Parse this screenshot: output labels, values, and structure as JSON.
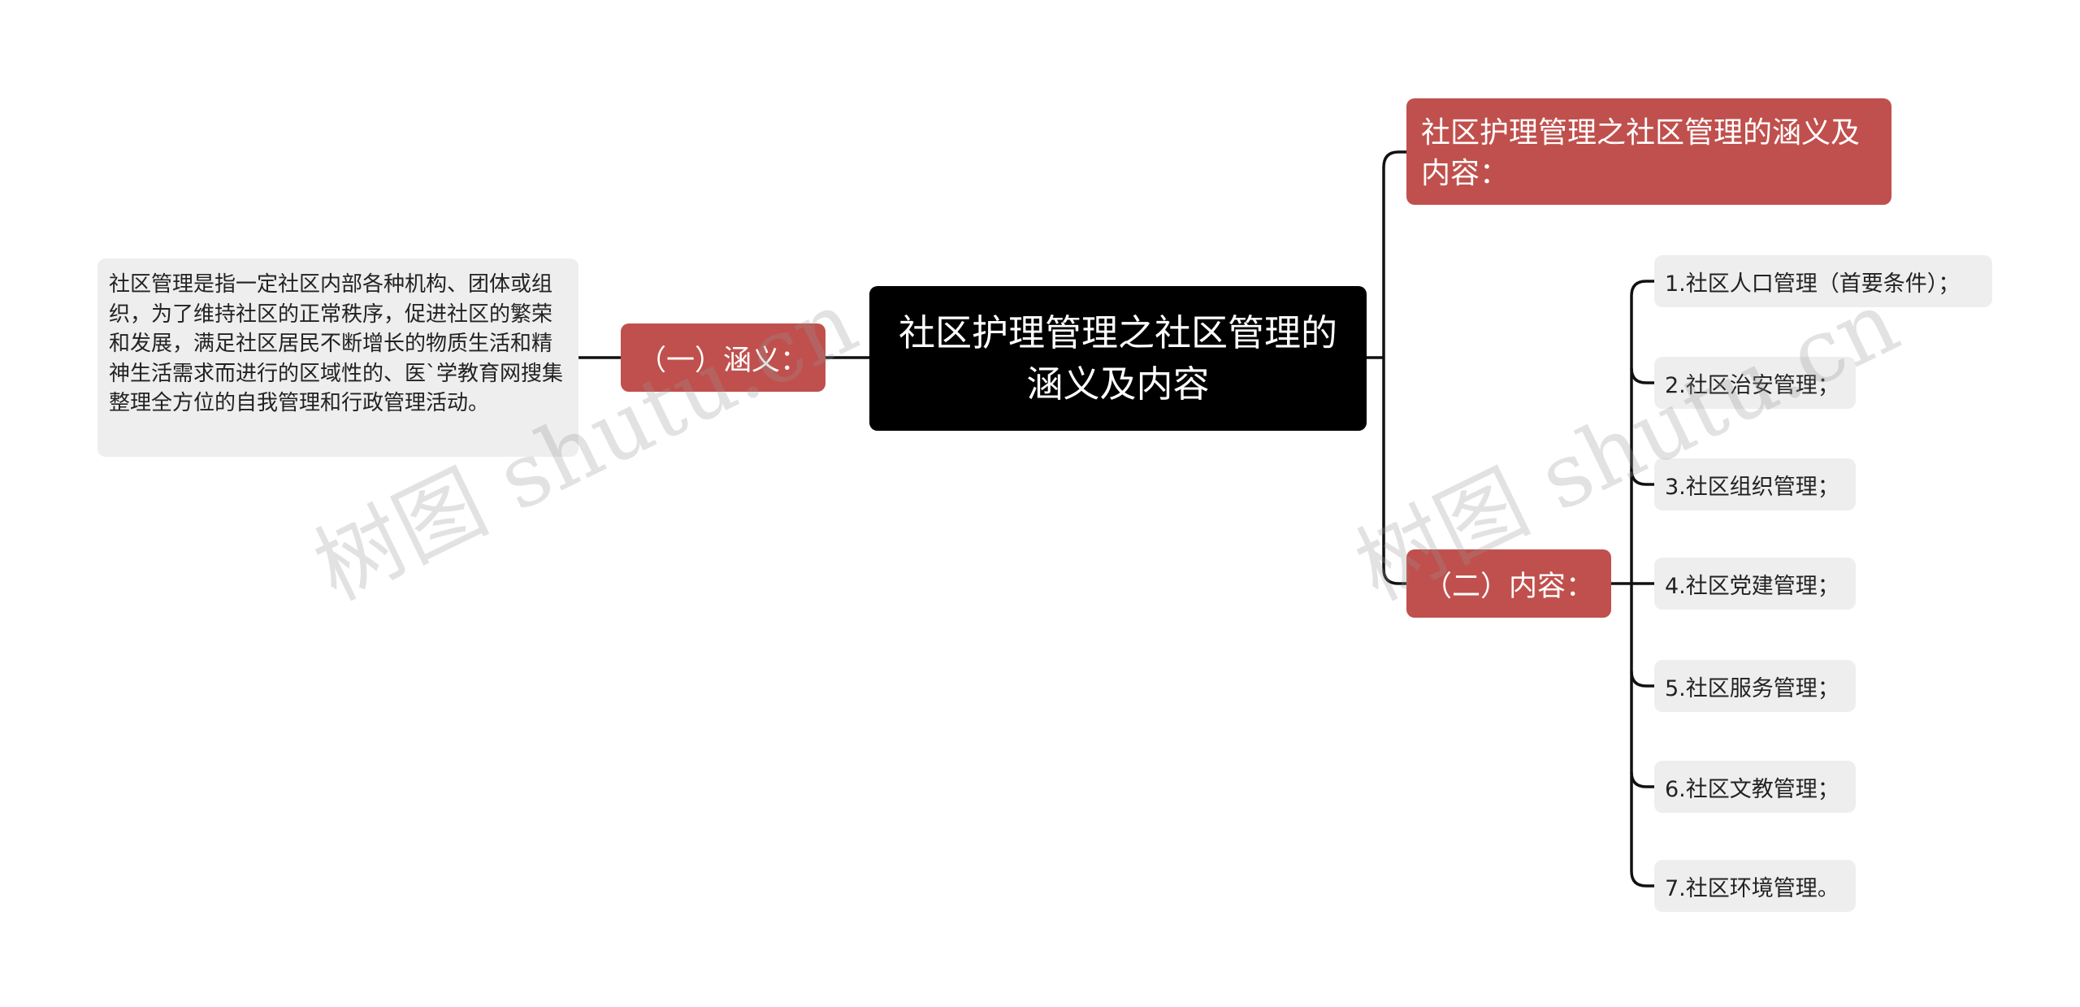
{
  "mindmap": {
    "center": "社区护理管理之社区管理的涵义及内容",
    "left_branch": {
      "label": "（一）涵义：",
      "description": "社区管理是指一定社区内部各种机构、团体或组织，为了维持社区的正常秩序，促进社区的繁荣和发展，满足社区居民不断增长的物质生活和精神生活需求而进行的区域性的、医`学教育网搜集整理全方位的自我管理和行政管理活动。"
    },
    "right_title": "社区护理管理之社区管理的涵义及内容：",
    "right_branch": {
      "label": "（二）内容：",
      "items": [
        "1.社区人口管理（首要条件）；",
        "2.社区治安管理；",
        "3.社区组织管理；",
        "4.社区党建管理；",
        "5.社区服务管理；",
        "6.社区文教管理；",
        "7.社区环境管理。"
      ]
    }
  },
  "watermark": "树图 shutu.cn",
  "colors": {
    "center_bg": "#000000",
    "branch_bg": "#c0504d",
    "leaf_bg": "#eeeeee",
    "connector": "#111111"
  }
}
